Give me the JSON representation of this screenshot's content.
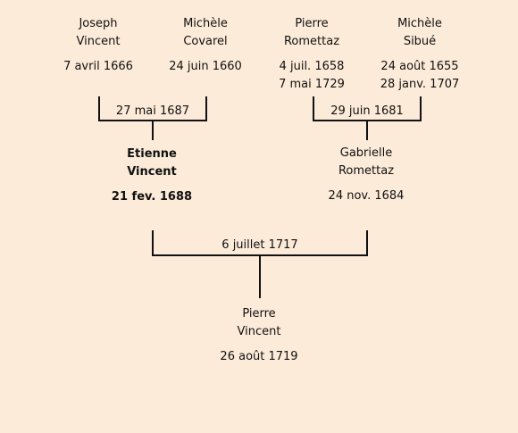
{
  "great_grandparents": [
    {
      "first": "Joseph",
      "last": "Vincent",
      "dates": [
        "7 avril 1666"
      ]
    },
    {
      "first": "Michèle",
      "last": "Covarel",
      "dates": [
        "24 juin 1660"
      ]
    },
    {
      "first": "Pierre",
      "last": "Romettaz",
      "dates": [
        "4 juil. 1658",
        "7 mai 1729"
      ]
    },
    {
      "first": "Michèle",
      "last": "Sibué",
      "dates": [
        "24 août 1655",
        "28 janv. 1707"
      ]
    }
  ],
  "marriages": {
    "left": "27 mai 1687",
    "right": "29 juin 1681",
    "parents": "6 juillet 1717"
  },
  "parents": [
    {
      "first": "Etienne",
      "last": "Vincent",
      "dates": [
        "21 fev. 1688"
      ],
      "highlight": true
    },
    {
      "first": "Gabrielle",
      "last": "Romettaz",
      "dates": [
        "24 nov. 1684"
      ],
      "highlight": false
    }
  ],
  "child": {
    "first": "Pierre",
    "last": "Vincent",
    "dates": [
      "26 août 1719"
    ]
  }
}
